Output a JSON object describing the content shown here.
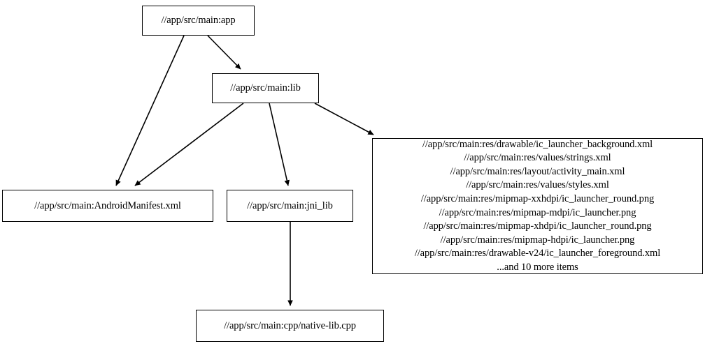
{
  "graph": {
    "type": "dependency-graph",
    "direction": "top-to-bottom",
    "background_color": "#ffffff",
    "node_fill_color": "#ffffff",
    "node_border_color": "#000000",
    "edge_color": "#000000",
    "nodes": [
      {
        "id": "app",
        "label": "//app/src/main:app"
      },
      {
        "id": "lib",
        "label": "//app/src/main:lib"
      },
      {
        "id": "manifest",
        "label": "//app/src/main:AndroidManifest.xml"
      },
      {
        "id": "jni_lib",
        "label": "//app/src/main:jni_lib"
      },
      {
        "id": "native_lib",
        "label": "//app/src/main:cpp/native-lib.cpp"
      },
      {
        "id": "res",
        "label": "//app/src/main:res/drawable/ic_launcher_background.xml\n//app/src/main:res/values/strings.xml\n//app/src/main:res/layout/activity_main.xml\n//app/src/main:res/values/styles.xml\n//app/src/main:res/mipmap-xxhdpi/ic_launcher_round.png\n//app/src/main:res/mipmap-mdpi/ic_launcher.png\n//app/src/main:res/mipmap-xhdpi/ic_launcher_round.png\n//app/src/main:res/mipmap-hdpi/ic_launcher.png\n//app/src/main:res/drawable-v24/ic_launcher_foreground.xml\n...and 10 more items",
        "lines": [
          "//app/src/main:res/drawable/ic_launcher_background.xml",
          "//app/src/main:res/values/strings.xml",
          "//app/src/main:res/layout/activity_main.xml",
          "//app/src/main:res/values/styles.xml",
          "//app/src/main:res/mipmap-xxhdpi/ic_launcher_round.png",
          "//app/src/main:res/mipmap-mdpi/ic_launcher.png",
          "//app/src/main:res/mipmap-xhdpi/ic_launcher_round.png",
          "//app/src/main:res/mipmap-hdpi/ic_launcher.png",
          "//app/src/main:res/drawable-v24/ic_launcher_foreground.xml",
          "...and 10 more items"
        ],
        "overflow_note": "...and 10 more items",
        "hidden_item_count": 10
      }
    ],
    "edges": [
      {
        "from": "app",
        "to": "lib"
      },
      {
        "from": "app",
        "to": "manifest"
      },
      {
        "from": "lib",
        "to": "manifest"
      },
      {
        "from": "lib",
        "to": "jni_lib"
      },
      {
        "from": "lib",
        "to": "res"
      },
      {
        "from": "jni_lib",
        "to": "native_lib"
      }
    ]
  }
}
